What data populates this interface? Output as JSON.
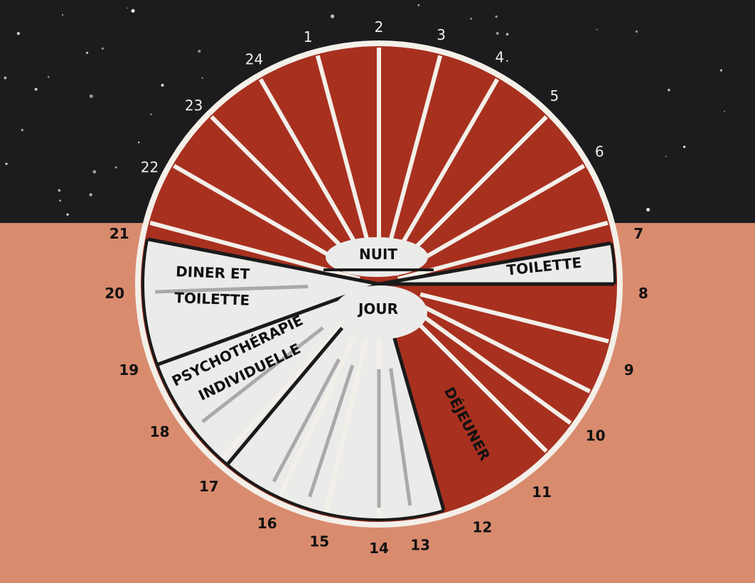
{
  "hours": [
    "1",
    "2",
    "3",
    "4",
    "5",
    "6",
    "7",
    "8",
    "9",
    "10",
    "11",
    "12",
    "13",
    "14",
    "15",
    "16",
    "17",
    "18",
    "19",
    "20",
    "21",
    "22",
    "23",
    "24"
  ],
  "labels": {
    "nuit": "NUIT",
    "jour": "JOUR",
    "toilette": "TOILETTE",
    "diner_line1": "DINER ET",
    "diner_line2": "TOILETTE",
    "psycho_line1": "PSYCHOTHÉRAPIE",
    "psycho_line2": "INDIVIDUELLE",
    "dejeuner": "DÉJEUNER"
  },
  "colors": {
    "night_sky": "#1c1c1e",
    "day_ground": "#d98b6e",
    "sector_red": "#a8301f",
    "activity_fill": "#ebebea",
    "spoke": "#f3efe9",
    "boundary": "#1a1a1a",
    "hour_label_night": "#eeeeee",
    "hour_label_day": "#111111"
  }
}
